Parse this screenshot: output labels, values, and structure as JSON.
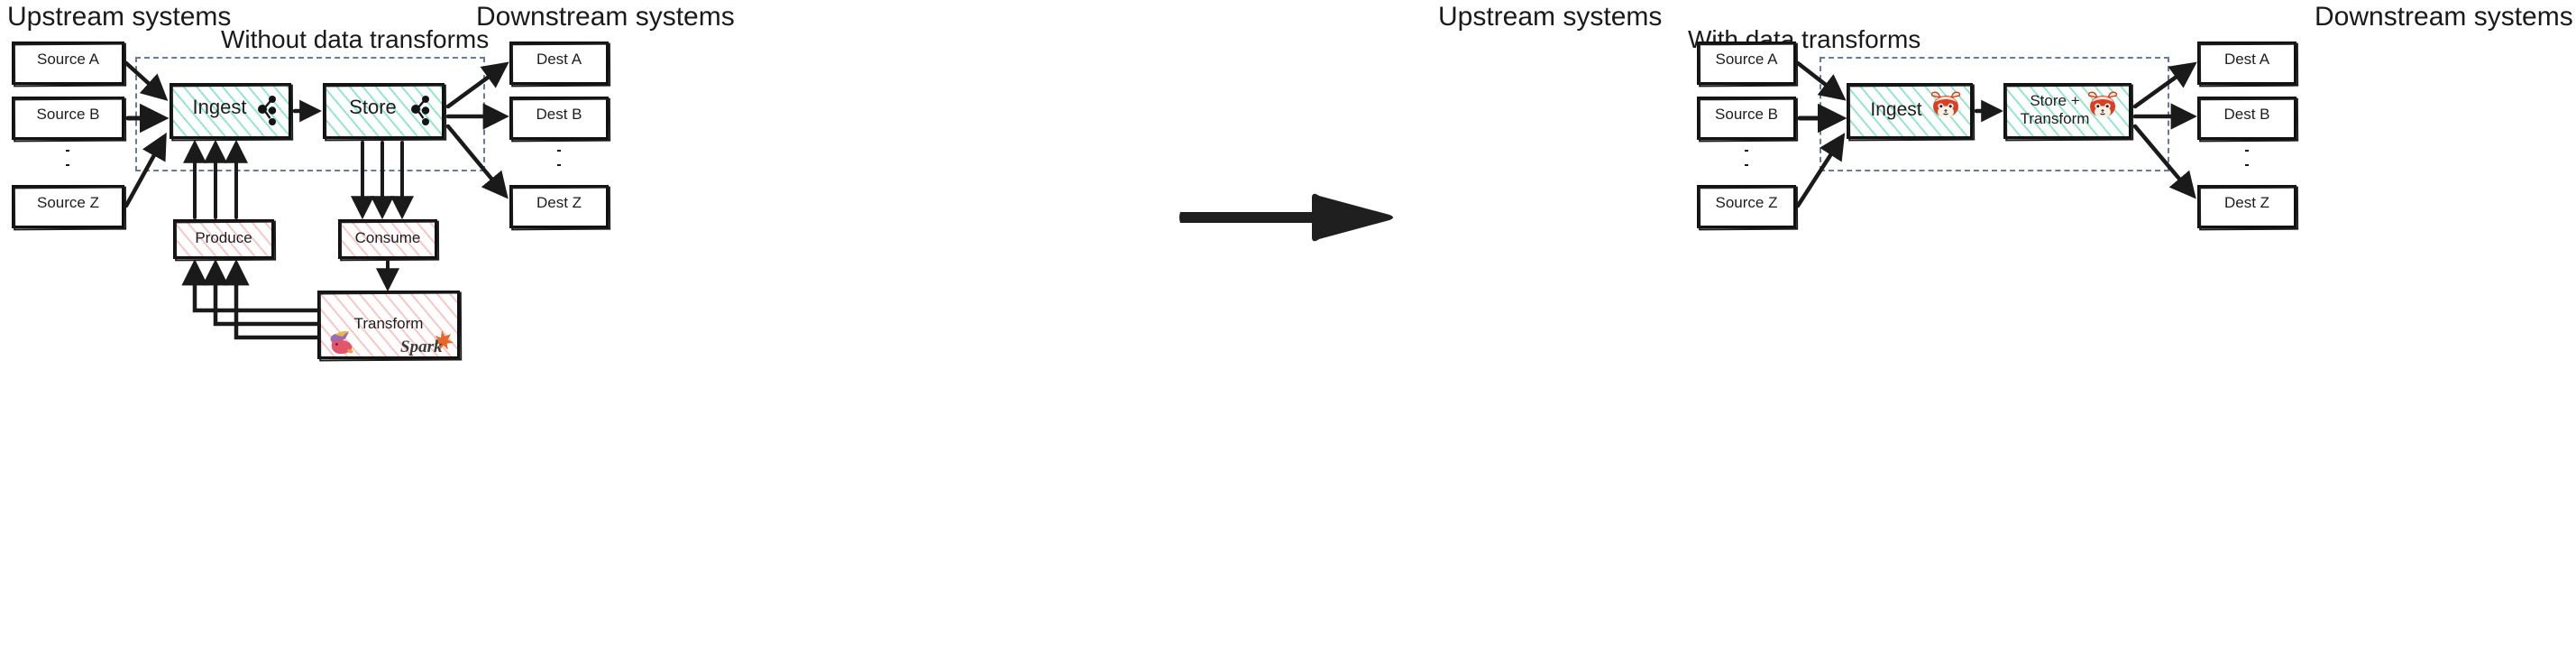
{
  "diagram": {
    "type": "comparison-architecture",
    "panels": [
      {
        "id": "left",
        "caption": "Without data transforms",
        "upstream_label": "Upstream systems",
        "downstream_label": "Downstream systems",
        "sources": [
          "Source A",
          "Source B",
          "Source Z"
        ],
        "destinations": [
          "Dest A",
          "Dest B",
          "Dest Z"
        ],
        "pipeline": [
          {
            "label": "Ingest",
            "icon": "kafka-icon",
            "style": "teal"
          },
          {
            "label": "Store",
            "icon": "kafka-icon",
            "style": "teal"
          }
        ],
        "external": [
          {
            "label": "Produce",
            "icon": "none",
            "style": "pink"
          },
          {
            "label": "Consume",
            "icon": "none",
            "style": "pink"
          },
          {
            "label": "Transform",
            "icon": "flink-spark-icons",
            "style": "pink"
          }
        ],
        "transform_logos": [
          "apache-flink-squirrel-icon",
          "apache-spark-icon"
        ],
        "spark_wordmark": "Spark"
      },
      {
        "id": "right",
        "caption": "With data transforms",
        "upstream_label": "Upstream systems",
        "downstream_label": "Downstream systems",
        "sources": [
          "Source A",
          "Source B",
          "Source Z"
        ],
        "destinations": [
          "Dest A",
          "Dest B",
          "Dest Z"
        ],
        "pipeline": [
          {
            "label": "Ingest",
            "icon": "redpanda-icon",
            "style": "teal"
          },
          {
            "label": "Store +\nTransform",
            "label_line1": "Store +",
            "label_line2": "Transform",
            "icon": "redpanda-icon",
            "style": "teal"
          }
        ],
        "external": []
      }
    ],
    "middle_arrow": "right-arrow-icon",
    "colors": {
      "teal_hatch": "#40d0a6",
      "pink_hatch": "#f08282",
      "dashed_boundary": "#6b7a99",
      "stroke": "#111111",
      "spark_orange": "#e8662a",
      "redpanda_red": "#d93f24"
    }
  }
}
